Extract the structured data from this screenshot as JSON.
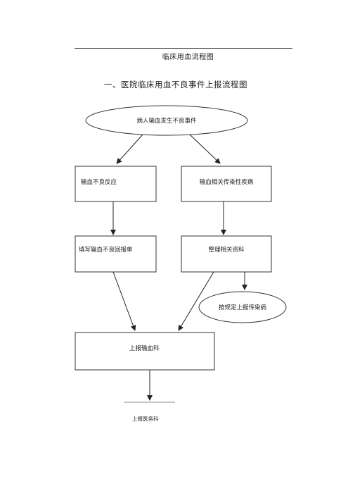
{
  "header": {
    "title": "临床用血流程图"
  },
  "section": {
    "title": "一、医院临床用血不良事件上报流程图"
  },
  "flowchart": {
    "start": "病人输血发生不良事件",
    "adverse_reaction": "输血不良反应",
    "infectious_disease": "输血相关传染性疾病",
    "fill_report": "填写输血不良回报单",
    "organize_data": "整理相关资料",
    "report_infectious": "按规定上报传染病",
    "report_blood_dept": "上报输血科",
    "report_medical_dept": "上报医务科"
  }
}
